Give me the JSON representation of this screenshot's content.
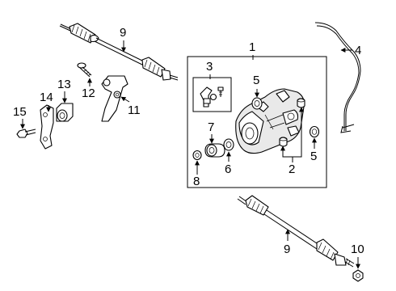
{
  "callouts": {
    "c1": "1",
    "c2": "2",
    "c3": "3",
    "c4": "4",
    "c5a": "5",
    "c5b": "5",
    "c6": "6",
    "c7": "7",
    "c8": "8",
    "c9a": "9",
    "c9b": "9",
    "c10": "10",
    "c11": "11",
    "c12": "12",
    "c13": "13",
    "c14": "14",
    "c15": "15"
  },
  "colors": {
    "line": "#000000",
    "fill": "#ffffff",
    "shade": "#e9e9e9"
  }
}
